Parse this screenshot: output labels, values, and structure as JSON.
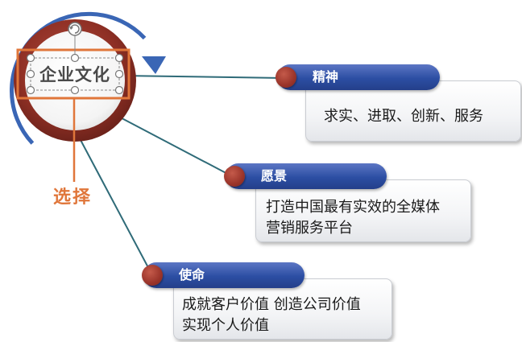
{
  "diagram": {
    "center_label": "企业文化",
    "select_label": "选择",
    "branches": [
      {
        "title": "精神",
        "text_lines": [
          "求实、进取、创新、服务"
        ]
      },
      {
        "title": "愿景",
        "text_lines": [
          "打造中国最有实效的全媒体",
          "营销服务平台"
        ]
      },
      {
        "title": "使命",
        "text_lines": [
          "成就客户价值 创造公司价值",
          "实现个人价值"
        ]
      }
    ]
  },
  "colors": {
    "ring": "#8e2f24",
    "arrow": "#3a66b5",
    "connector": "#2f6b78",
    "select_highlight": "#e0763a",
    "pill": "#2c4ea3",
    "dot": "#9a342a"
  },
  "icons": {
    "rotate_handle": "rotate-handle-icon",
    "resize_handles": "resize-handle-icon"
  }
}
